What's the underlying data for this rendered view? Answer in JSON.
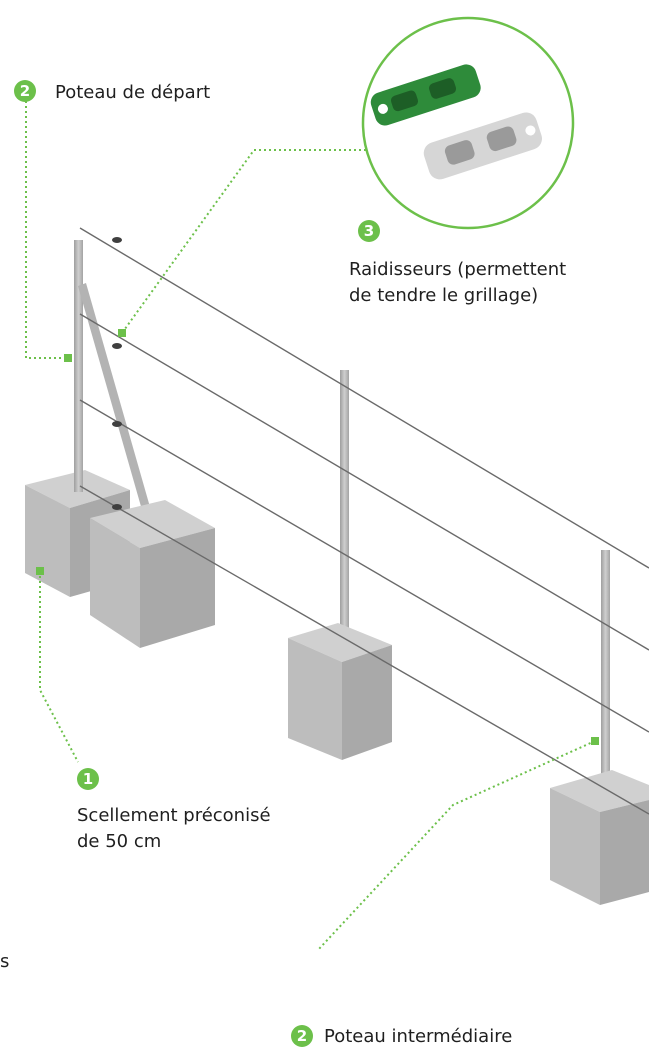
{
  "colors": {
    "accent": "#6cc04a",
    "concrete_light": "#c9c9c9",
    "concrete_mid": "#b9b9b9",
    "concrete_dark": "#a7a7a7",
    "post": "#b5b5b5",
    "wire": "#6a6a6a",
    "tensioner_green": "#2e8b3a",
    "tensioner_grey": "#d2d2d2"
  },
  "callouts": [
    {
      "number": "2",
      "text_lines": [
        "Poteau de départ"
      ]
    },
    {
      "number": "3",
      "text_lines": [
        "Raidisseurs (permettent",
        "de tendre le grillage)"
      ]
    },
    {
      "number": "1",
      "text_lines": [
        "Scellement préconisé",
        "de 50 cm"
      ]
    },
    {
      "number": "2",
      "text_lines": [
        "Poteau intermédiaire"
      ]
    }
  ],
  "edge_fragment": "s"
}
